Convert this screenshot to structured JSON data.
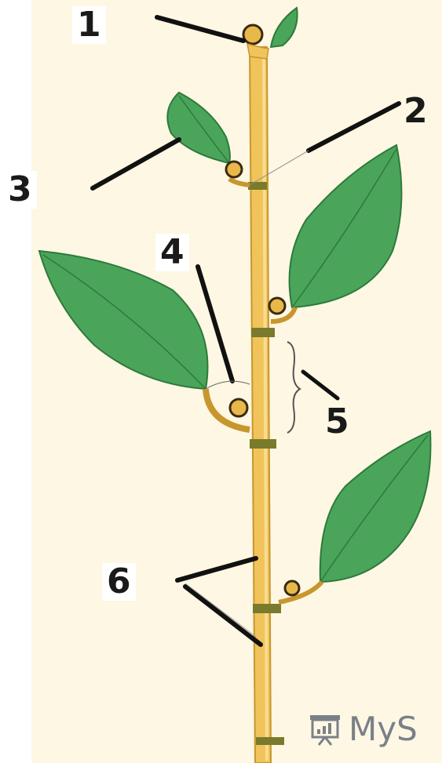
{
  "labels": {
    "n1": "1",
    "n2": "2",
    "n3": "3",
    "n4": "4",
    "n5": "5",
    "n6": "6"
  },
  "watermark": {
    "text": "MyS",
    "icon": "presentation-board-icon"
  },
  "colors": {
    "background": "#fdf7e3",
    "stem": "#f0c45a",
    "stem_shadow": "#c8962e",
    "node_band": "#7a7a2c",
    "leaf": "#4aa55a",
    "leaf_dark": "#2d7a3a",
    "leader_line": "#111111",
    "label_text": "#1a1a1a",
    "watermark": "#7a8088"
  }
}
